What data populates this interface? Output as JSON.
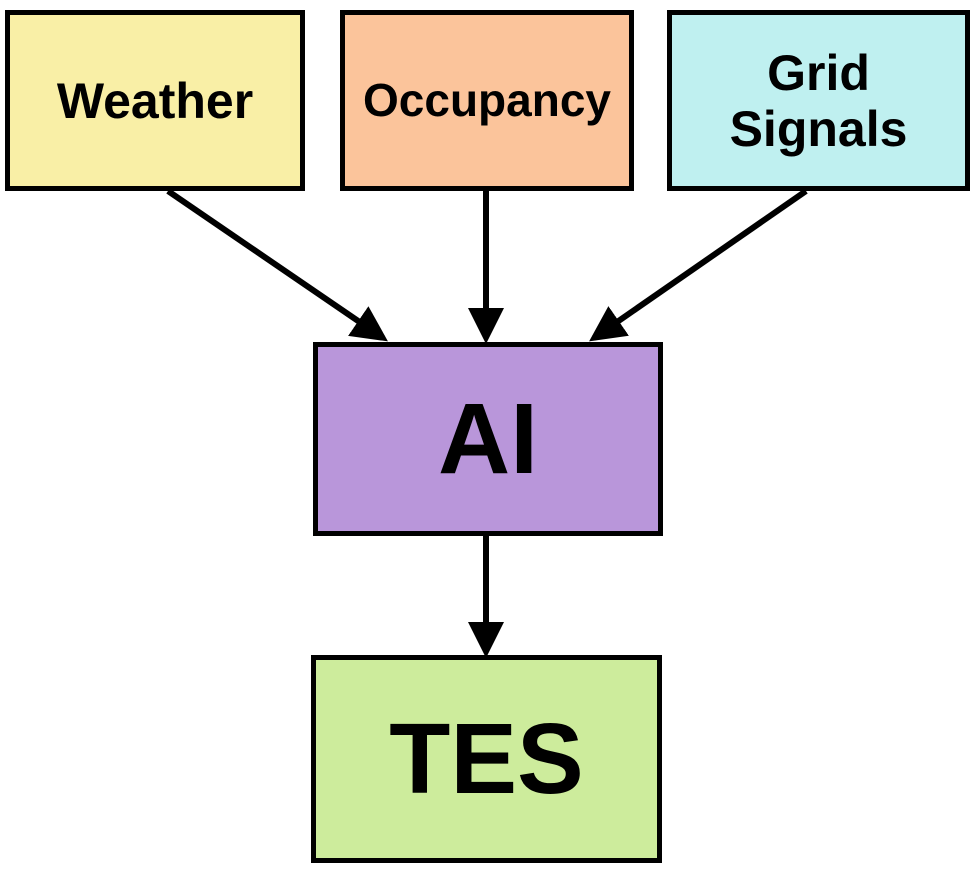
{
  "diagram": {
    "type": "flowchart",
    "nodes": [
      {
        "id": "weather",
        "label": "Weather",
        "color": "#f9efa6"
      },
      {
        "id": "occupancy",
        "label": "Occupancy",
        "color": "#fbc49b"
      },
      {
        "id": "grid",
        "label": "Grid Signals",
        "color": "#bff0f0"
      },
      {
        "id": "ai",
        "label": "AI",
        "color": "#b996da"
      },
      {
        "id": "tes",
        "label": "TES",
        "color": "#cdec9c"
      }
    ],
    "edges": [
      {
        "from": "weather",
        "to": "ai"
      },
      {
        "from": "occupancy",
        "to": "ai"
      },
      {
        "from": "grid",
        "to": "ai"
      },
      {
        "from": "ai",
        "to": "tes"
      }
    ]
  }
}
